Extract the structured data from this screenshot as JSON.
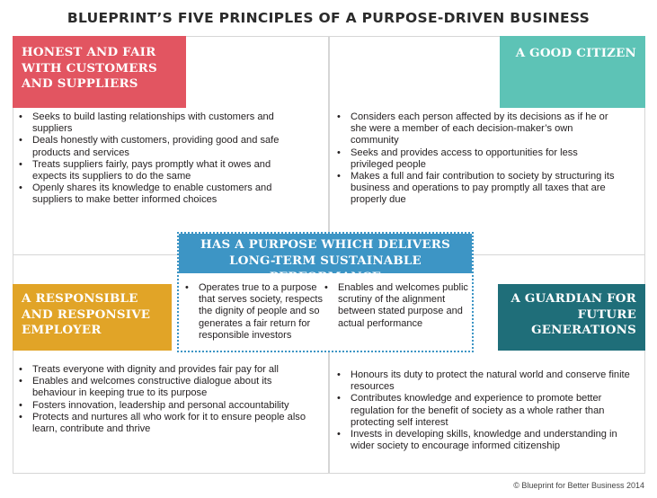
{
  "title": "BLUEPRINT’S FIVE PRINCIPLES OF A PURPOSE-DRIVEN BUSINESS",
  "principles": {
    "honest": {
      "label": "HONEST AND FAIR WITH CUSTOMERS AND SUPPLIERS",
      "color": "#e25561",
      "items": [
        "Seeks to build lasting relationships with customers and suppliers",
        "Deals honestly with customers, providing good and safe products and services",
        "Treats suppliers fairly, pays promptly what it owes and expects its suppliers to do the same",
        "Openly shares its knowledge to enable customers and suppliers to make better informed choices"
      ]
    },
    "citizen": {
      "label": "A GOOD CITIZEN",
      "color": "#5dc3b6",
      "items": [
        "Considers each person affected by its decisions as if he or she were a member of each decision-maker’s own community",
        "Seeks and provides access to opportunities for less privileged people",
        "Makes a full and fair contribution to society by structuring its business and operations to pay promptly all taxes that are properly due"
      ]
    },
    "employer": {
      "label": "A RESPONSIBLE AND RESPONSIVE EMPLOYER",
      "color": "#e1a427",
      "items": [
        "Treats everyone with dignity and provides fair pay for all",
        "Enables and welcomes constructive dialogue about its behaviour in keeping true to its purpose",
        "Fosters innovation, leadership and personal accountability",
        "Protects and nurtures all who work for it to ensure people also learn, contribute and thrive"
      ]
    },
    "guardian": {
      "label": "A GUARDIAN FOR FUTURE GENERATIONS",
      "color": "#1f6e79",
      "items": [
        "Honours its duty to protect the natural world and conserve finite resources",
        "Contributes knowledge and experience to promote better regulation for the benefit of society as a whole rather than protecting self interest",
        "Invests in developing skills, knowledge and understanding in wider society to encourage informed citizenship"
      ]
    },
    "purpose": {
      "label": "HAS A PURPOSE WHICH DELIVERS LONG-TERM SUSTAINABLE PERFORMANCE",
      "color": "#3d95c5",
      "items_left": [
        "Operates true to a purpose that serves society, respects the dignity of people and so generates a fair return for responsible investors"
      ],
      "items_right": [
        "Enables and welcomes public scrutiny of the alignment between stated purpose and actual performance"
      ]
    }
  },
  "copyright": "© Blueprint for Better Business 2014"
}
